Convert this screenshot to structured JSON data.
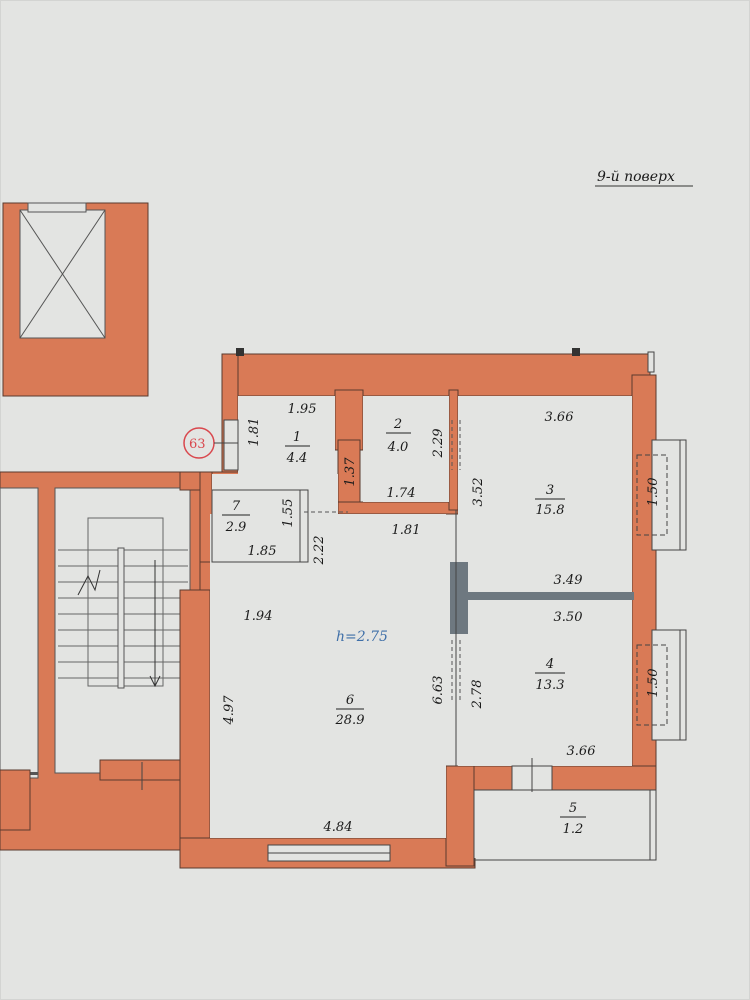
{
  "title": "9-й поверх",
  "apartment_number": "63",
  "ceiling_height": "h=2.75",
  "rooms": [
    {
      "id": "1",
      "number": "1",
      "area": "4.4"
    },
    {
      "id": "2",
      "number": "2",
      "area": "4.0"
    },
    {
      "id": "3",
      "number": "3",
      "area": "15.8"
    },
    {
      "id": "4",
      "number": "4",
      "area": "13.3"
    },
    {
      "id": "5",
      "number": "5",
      "area": "1.2"
    },
    {
      "id": "6",
      "number": "6",
      "area": "28.9"
    },
    {
      "id": "7",
      "number": "7",
      "area": "2.9"
    }
  ],
  "dimensions": {
    "d_181_a": "1.81",
    "d_195": "1.95",
    "d_137": "1.37",
    "d_229": "2.29",
    "d_174": "1.74",
    "d_366_top": "3.66",
    "d_352": "3.52",
    "d_150_top": "1.50",
    "d_155": "1.55",
    "d_181_b": "1.81",
    "d_185": "1.85",
    "d_222": "2.22",
    "d_349": "3.49",
    "d_350": "3.50",
    "d_194": "1.94",
    "d_497": "4.97",
    "d_663": "6.63",
    "d_278": "2.78",
    "d_150_bot": "1.50",
    "d_366_bot": "3.66",
    "d_484": "4.84"
  },
  "colors": {
    "wall": "#d97a56",
    "paper": "#e3e4e2",
    "height_text": "#3f6fa8",
    "marker": "#d9474d"
  }
}
